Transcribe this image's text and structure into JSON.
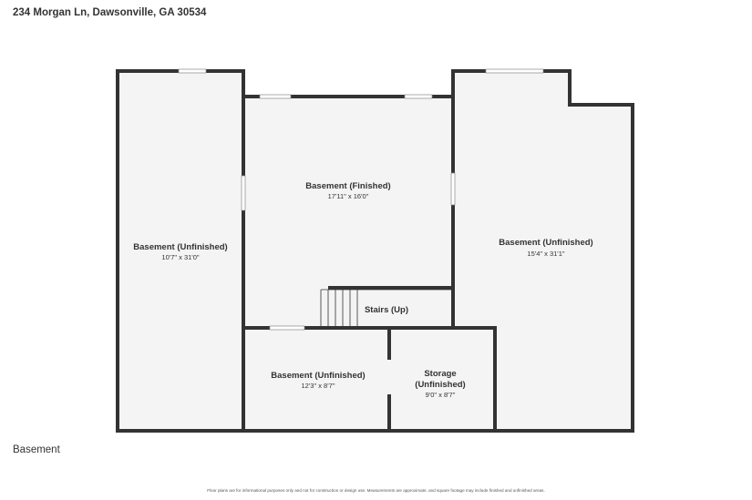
{
  "header": {
    "address": "234 Morgan Ln, Dawsonville, GA 30534"
  },
  "floor": {
    "label": "Basement"
  },
  "rooms": [
    {
      "name": "Basement (Unfinished)",
      "dims": "10'7\" x 31'0\""
    },
    {
      "name": "Basement (Finished)",
      "dims": "17'11\" x 16'0\""
    },
    {
      "name": "Basement (Unfinished)",
      "dims": "15'4\" x 31'1\""
    },
    {
      "name": "Stairs (Up)"
    },
    {
      "name": "Basement (Unfinished)",
      "dims": "12'3\" x 8'7\""
    },
    {
      "name_line1": "Storage",
      "name_line2": "(Unfinished)",
      "dims": "9'0\" x 8'7\""
    }
  ],
  "footer": {
    "disclaimer": "Floor plans are for informational purposes only and not for construction or design use. Measurements are approximate, and square footage may include finished and unfinished areas."
  },
  "colors": {
    "wall": "#333333",
    "floor": "#f4f4f4",
    "window": "#ffffff"
  }
}
